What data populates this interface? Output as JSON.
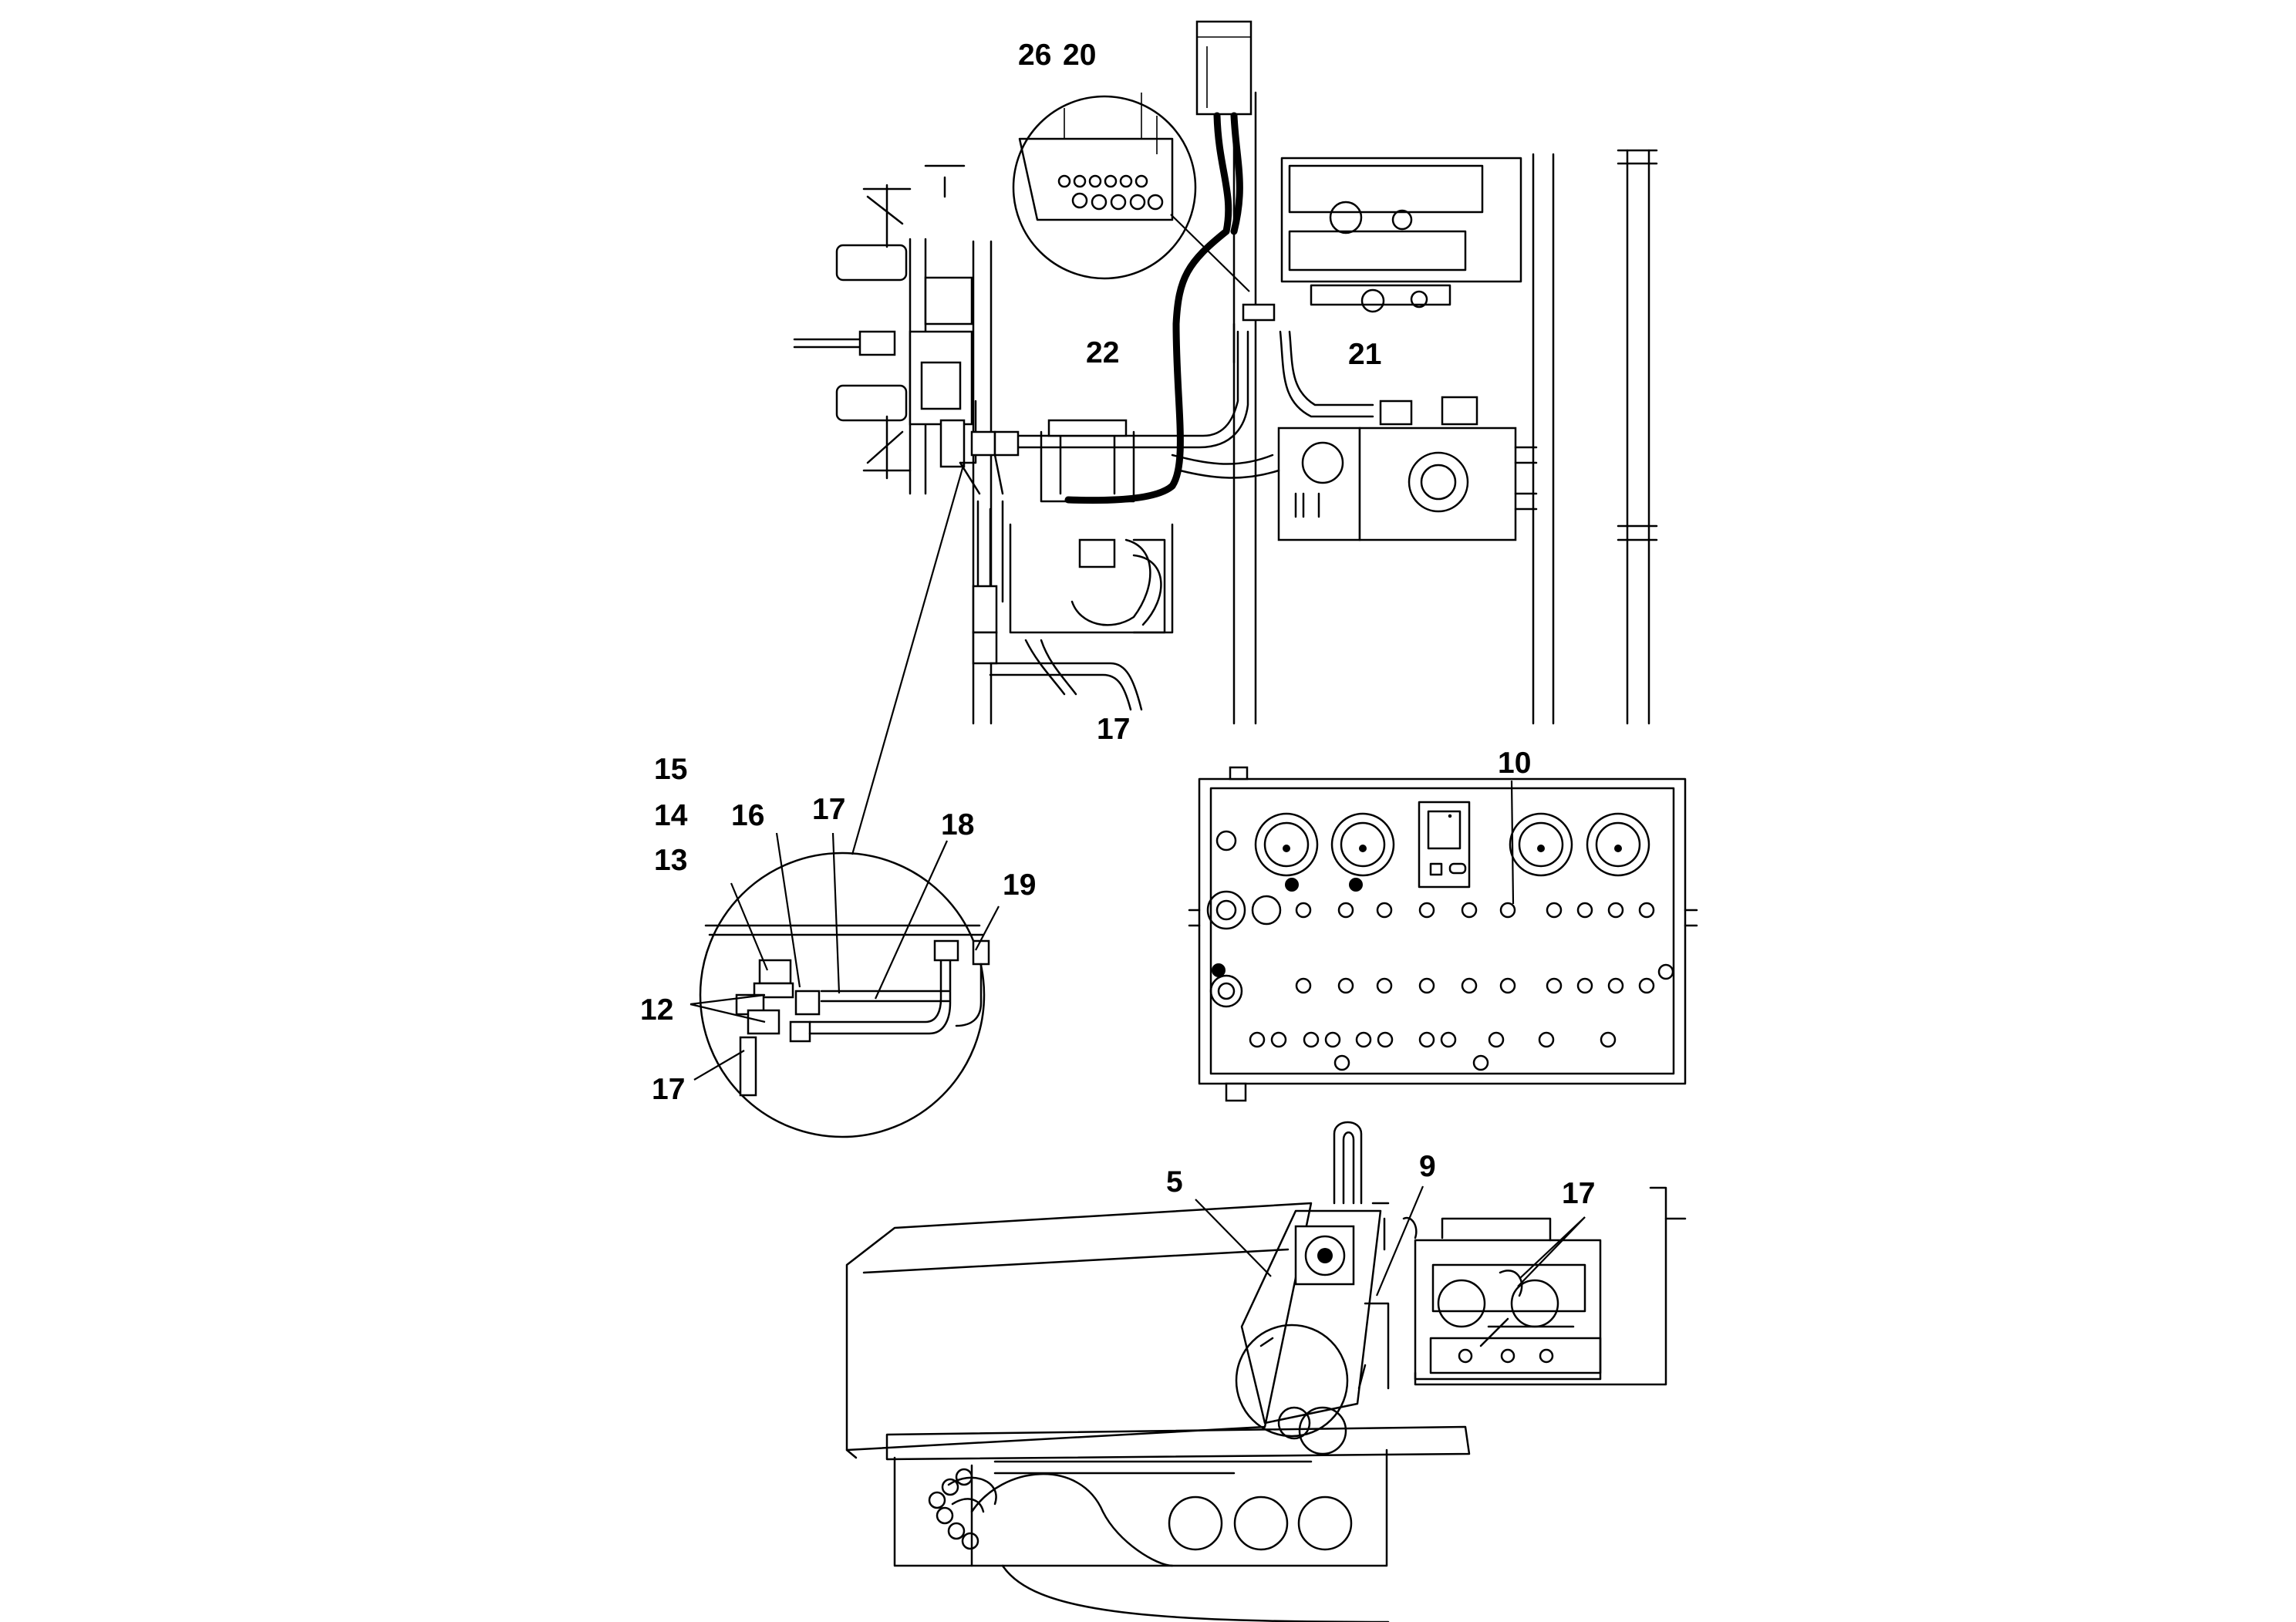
{
  "callouts": {
    "c26": "26",
    "c20": "20",
    "c22": "22",
    "c21": "21",
    "c17_top": "17",
    "c10": "10",
    "c15": "15",
    "c14": "14",
    "c13": "13",
    "c16": "16",
    "c17_detail": "17",
    "c18": "18",
    "c19": "19",
    "c12": "12",
    "c17_lower": "17",
    "c5": "5",
    "c9": "9",
    "c17_bottom": "17"
  }
}
